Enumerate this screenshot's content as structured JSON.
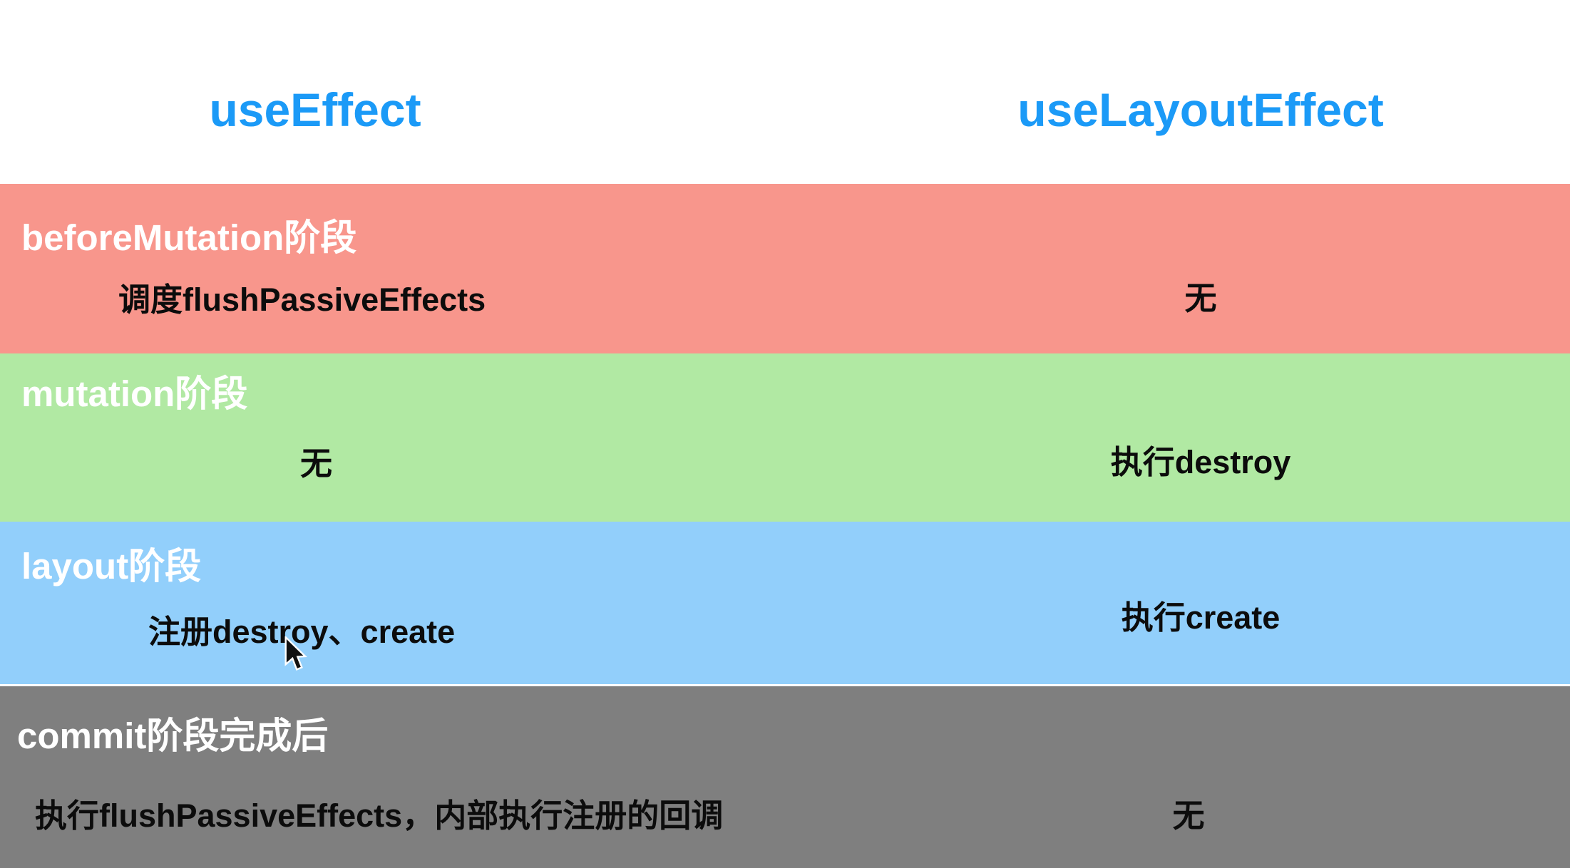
{
  "columns": {
    "left_header": "useEffect",
    "right_header": "useLayoutEffect"
  },
  "colors": {
    "header_text": "#1b9af7",
    "row_title_text": "#ffffff",
    "cell_text": "#0c0c0c",
    "row_before_mutation": "#f8968c",
    "row_mutation": "#b1e9a3",
    "row_layout": "#92cffb",
    "row_commit_done": "#7f7f7f",
    "page_background": "#ffffff"
  },
  "rows": [
    {
      "title": "beforeMutation阶段",
      "left": "调度flushPassiveEffects",
      "right": "无"
    },
    {
      "title": "mutation阶段",
      "left": "无",
      "right": "执行destroy"
    },
    {
      "title": "layout阶段",
      "left": "注册destroy、create",
      "right": "执行create"
    },
    {
      "title": "commit阶段完成后",
      "left": "执行flushPassiveEffects，内部执行注册的回调",
      "right": "无"
    }
  ],
  "cursor": {
    "icon": "arrow-pointer"
  }
}
